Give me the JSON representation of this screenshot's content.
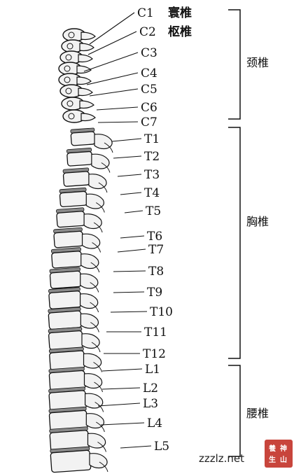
{
  "vertebrae": [
    {
      "label": "C1",
      "name": "寰椎"
    },
    {
      "label": "C2",
      "name": "枢椎"
    },
    {
      "label": "C3"
    },
    {
      "label": "C4"
    },
    {
      "label": "C5"
    },
    {
      "label": "C6"
    },
    {
      "label": "C7"
    },
    {
      "label": "T1"
    },
    {
      "label": "T2"
    },
    {
      "label": "T3"
    },
    {
      "label": "T4"
    },
    {
      "label": "T5"
    },
    {
      "label": "T6"
    },
    {
      "label": "T7"
    },
    {
      "label": "T8"
    },
    {
      "label": "T9"
    },
    {
      "label": "T10"
    },
    {
      "label": "T11"
    },
    {
      "label": "T12"
    },
    {
      "label": "L1"
    },
    {
      "label": "L2"
    },
    {
      "label": "L3"
    },
    {
      "label": "L4"
    },
    {
      "label": "L5"
    }
  ],
  "groups": [
    {
      "name": "颈椎"
    },
    {
      "name": "胸椎"
    },
    {
      "name": "腰椎"
    }
  ],
  "watermark": "zzzlz.net",
  "seal": [
    "養",
    "神",
    "生",
    "山"
  ],
  "colors": {
    "line": "#111111",
    "bone": "#f2f2f2",
    "disc": "#8a8a8a",
    "seal": "#c8453c"
  }
}
